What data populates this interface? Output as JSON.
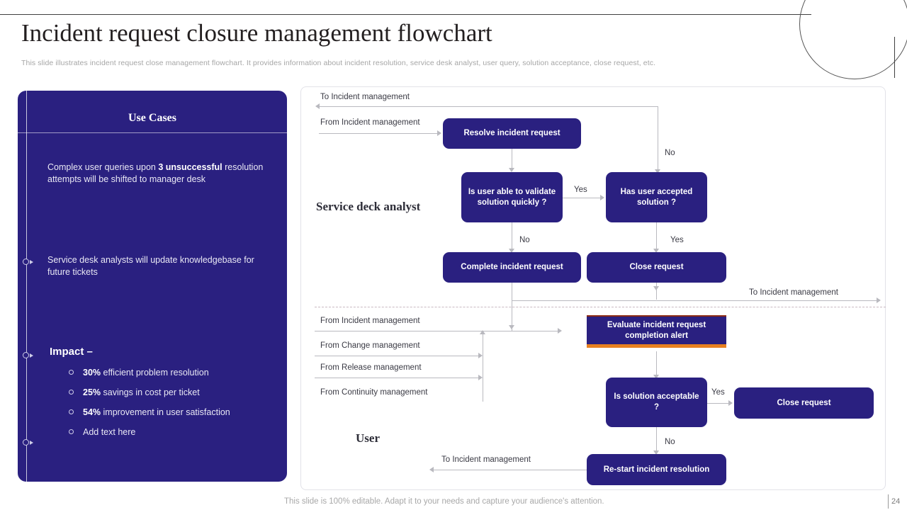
{
  "header": {
    "title": "Incident request closure management flowchart",
    "subtitle": "This slide illustrates incident request close management  flowchart. It provides information about incident resolution, service desk analyst, user query, solution acceptance, close request, etc."
  },
  "use_cases": {
    "panel_title": "Use Cases",
    "items": [
      {
        "html": "Complex user queries upon <b>3 unsuccessful</b> resolution attempts will be shifted to manager desk"
      },
      {
        "html": "Service desk analysts will update knowledgebase for future tickets"
      }
    ],
    "impact": {
      "heading": "Impact –",
      "points": [
        {
          "html": "<b>30%</b> efficient problem resolution"
        },
        {
          "html": "<b>25%</b> savings in cost per ticket"
        },
        {
          "html": "<b>54%</b> improvement in  user satisfaction"
        },
        {
          "html": "Add text here"
        }
      ]
    }
  },
  "flowchart": {
    "roles": [
      {
        "id": "analyst",
        "label": "Service deck analyst"
      },
      {
        "id": "user",
        "label": "User"
      }
    ],
    "nodes": [
      {
        "id": "resolve",
        "label": "Resolve incident request"
      },
      {
        "id": "validate",
        "label": "Is user able to validate solution quickly ?"
      },
      {
        "id": "accepted",
        "label": "Has user accepted solution ?"
      },
      {
        "id": "complete",
        "label": "Complete incident request"
      },
      {
        "id": "close-top",
        "label": "Close request"
      },
      {
        "id": "evaluate",
        "label": "Evaluate incident request completion alert"
      },
      {
        "id": "acceptable",
        "label": "Is solution acceptable ?"
      },
      {
        "id": "close-bottom",
        "label": "Close request"
      },
      {
        "id": "restart",
        "label": "Re-start incident resolution"
      }
    ],
    "edge_labels": [
      {
        "id": "to-incident-top",
        "text": "To Incident management"
      },
      {
        "id": "from-incident-top",
        "text": "From Incident management"
      },
      {
        "id": "no-top",
        "text": "No"
      },
      {
        "id": "yes-validate",
        "text": "Yes"
      },
      {
        "id": "no-validate",
        "text": "No"
      },
      {
        "id": "yes-accepted",
        "text": "Yes"
      },
      {
        "id": "to-incident-mid",
        "text": "To Incident management"
      },
      {
        "id": "from-incident-mid",
        "text": "From Incident management"
      },
      {
        "id": "from-change",
        "text": "From Change management"
      },
      {
        "id": "from-release",
        "text": "From Release management"
      },
      {
        "id": "from-continuity",
        "text": "From Continuity  management"
      },
      {
        "id": "yes-acceptable",
        "text": "Yes"
      },
      {
        "id": "no-acceptable",
        "text": "No"
      },
      {
        "id": "to-incident-bottom",
        "text": "To Incident management"
      }
    ]
  },
  "footer": {
    "note": "This slide is 100% editable. Adapt it to your needs and capture your audience's attention.",
    "page_number": "24"
  },
  "colors": {
    "navy": "#2a2080",
    "alert_top": "#8c2b14",
    "alert_bottom": "#e8801f",
    "connector": "#b9b9bf"
  }
}
